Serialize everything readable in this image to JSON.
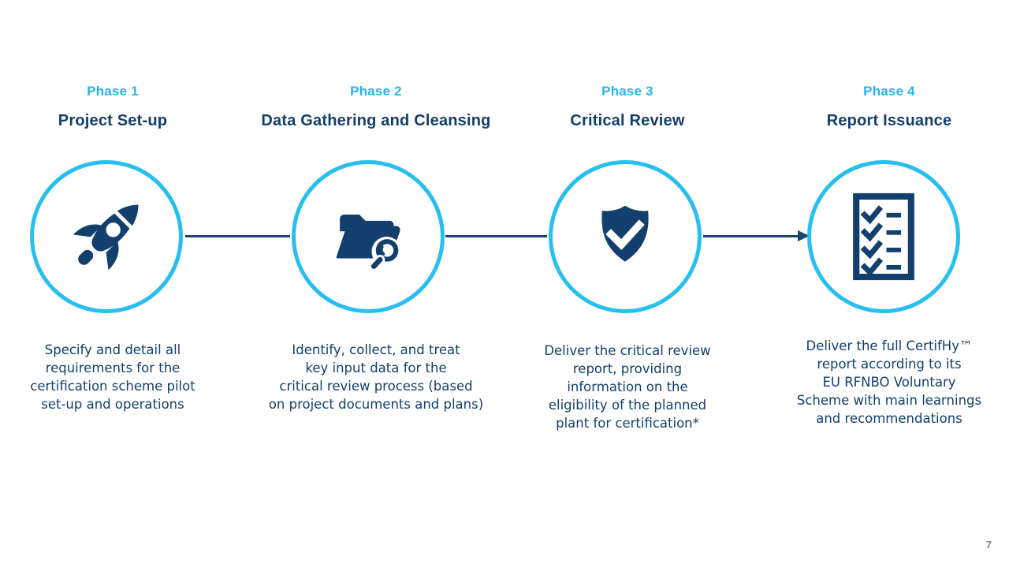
{
  "slide": {
    "page_number": "7",
    "colors": {
      "accent_cyan": "#27BFF0",
      "phase_cyan": "#29B4E8",
      "navy": "#123F6D",
      "connector_navy": "#1B456F",
      "page_gray": "#7F7F7F"
    }
  },
  "phases": [
    {
      "label": "Phase 1",
      "title": "Project Set-up",
      "icon": "rocket-icon",
      "description_lines": [
        "Specify and detail all",
        "requirements for the",
        "certification scheme pilot",
        "set-up and operations"
      ]
    },
    {
      "label": "Phase 2",
      "title": "Data Gathering and Cleansing",
      "icon": "folder-search-icon",
      "description_lines": [
        "Identify, collect, and treat",
        "key input data for the",
        "critical review process (based",
        "on project documents and plans)"
      ]
    },
    {
      "label": "Phase 3",
      "title": "Critical Review",
      "icon": "shield-check-icon",
      "description_lines": [
        "Deliver the critical review",
        "report, providing",
        "information on the",
        "eligibility of the planned",
        "plant for certification*"
      ]
    },
    {
      "label": "Phase 4",
      "title": "Report Issuance",
      "icon": "checklist-report-icon",
      "description_lines": [
        "Deliver the full CertifHy™",
        "report according to its",
        "EU RFNBO Voluntary",
        "Scheme with main learnings",
        "and recommendations"
      ]
    }
  ]
}
